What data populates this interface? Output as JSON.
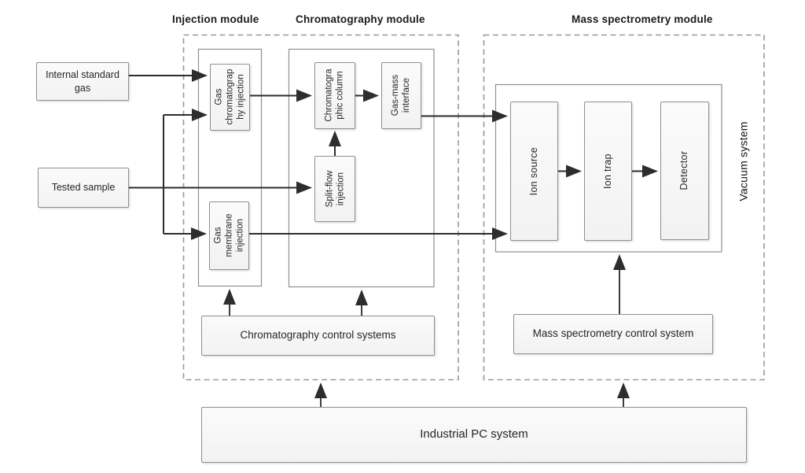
{
  "colors": {
    "background": "#ffffff",
    "box_fill": "#f4f4f4",
    "box_border": "#8f8f8f",
    "module_dash_border": "#999999",
    "arrow_line": "#2d2d2d",
    "text": "#1a1a1a"
  },
  "modules": {
    "injection": {
      "title": "Injection module"
    },
    "chromatography": {
      "title": "Chromatography module"
    },
    "mass_spectrometry": {
      "title": "Mass spectrometry module"
    }
  },
  "nodes": {
    "internal_standard_gas": {
      "label": "Internal standard\ngas"
    },
    "tested_sample": {
      "label": "Tested sample"
    },
    "gc_injection": {
      "label": "Gas\nchromatograp\nhy injection"
    },
    "chromatographic_column": {
      "label": "Chromatogra\nphic column"
    },
    "gas_mass_interface": {
      "label": "Gas-mass\ninterface"
    },
    "split_flow_injection": {
      "label": "Split-flow\ninjection"
    },
    "gas_membrane_injection": {
      "label": "Gas\nmembrane\ninjection"
    },
    "ion_source": {
      "label": "Ion source"
    },
    "ion_trap": {
      "label": "Ion trap"
    },
    "detector": {
      "label": "Detector"
    },
    "vacuum_system": {
      "label": "Vacuum system"
    },
    "chromatography_control": {
      "label": "Chromatography control systems"
    },
    "mass_spectrometry_control": {
      "label": "Mass spectrometry control system"
    },
    "industrial_pc": {
      "label": "Industrial PC system"
    }
  }
}
